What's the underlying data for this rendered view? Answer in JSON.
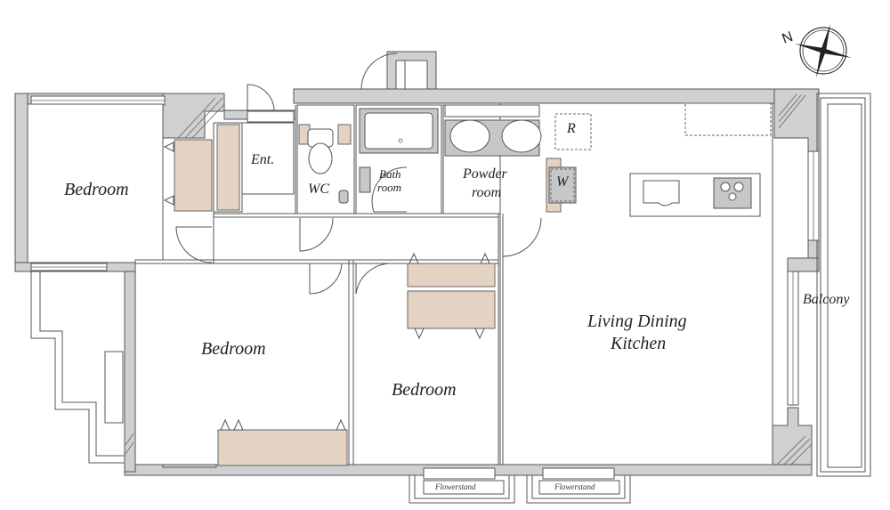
{
  "floor_plan": {
    "type": "apartment-floor-plan",
    "rooms": [
      {
        "id": "bedroom-1",
        "label": "Bedroom"
      },
      {
        "id": "entrance",
        "label": "Ent."
      },
      {
        "id": "wc",
        "label": "WC"
      },
      {
        "id": "bath",
        "label_line1": "Bath",
        "label_line2": "room"
      },
      {
        "id": "powder",
        "label_line1": "Powder",
        "label_line2": "room"
      },
      {
        "id": "ldk",
        "label_line1": "Living Dining",
        "label_line2": "Kitchen"
      },
      {
        "id": "bedroom-2",
        "label": "Bedroom"
      },
      {
        "id": "bedroom-3",
        "label": "Bedroom"
      },
      {
        "id": "balcony",
        "label": "Balcony"
      }
    ],
    "fixtures": {
      "refrigerator": "R",
      "washer": "W"
    },
    "flowerstands": [
      "Flowerstand",
      "Flowerstand"
    ],
    "compass": {
      "north": "N",
      "icon": "compass-rose-icon"
    },
    "colors": {
      "wall": "#cfd0d2",
      "closet": "#e4d2c2",
      "line": "#555555"
    }
  }
}
